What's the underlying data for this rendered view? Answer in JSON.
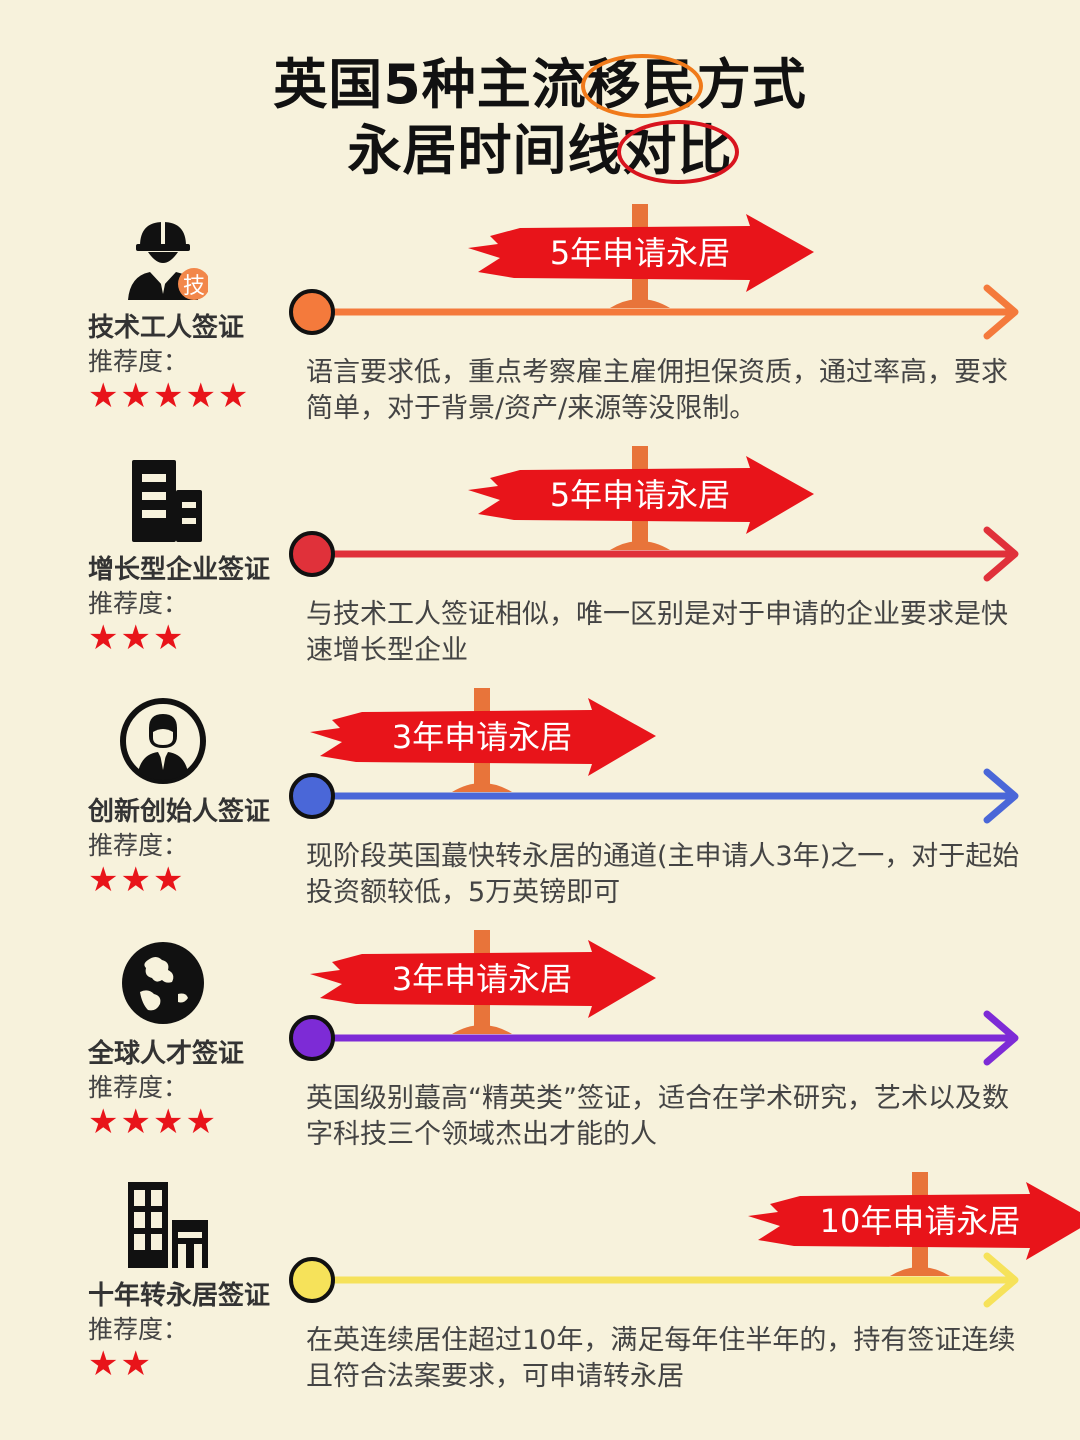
{
  "header": {
    "line1_a": "英国5种主流",
    "line1_circ": "移民",
    "line1_b": "方式",
    "line2_a": "永居时间线",
    "line2_circ": "对比"
  },
  "visas": [
    {
      "name": "技术工人签证",
      "recommend_label": "推荐度：",
      "stars": "★★★★★",
      "rating": 5,
      "timeline_label": "5年申请永居",
      "years": 5,
      "color": "#f47a3c",
      "icon": "worker-hardhat-icon",
      "icon_badge": "技",
      "description": "语言要求低，重点考察雇主雇佣担保资质，通过率高，要求简单，对于背景/资产/来源等没限制。"
    },
    {
      "name": "增长型企业签证",
      "recommend_label": "推荐度：",
      "stars": "★★★",
      "rating": 3,
      "timeline_label": "5年申请永居",
      "years": 5,
      "color": "#e0313a",
      "icon": "office-building-icon",
      "description": "与技术工人签证相似，唯一区别是对于申请的企业要求是快速增长型企业"
    },
    {
      "name": "创新创始人签证",
      "recommend_label": "推荐度：",
      "stars": "★★★",
      "rating": 3,
      "timeline_label": "3年申请永居",
      "years": 3,
      "color": "#4a67d8",
      "icon": "businessman-avatar-icon",
      "description": "现阶段英国蕞快转永居的通道(主申请人3年)之一，对于起始投资额较低，5万英镑即可"
    },
    {
      "name": "全球人才签证",
      "recommend_label": "推荐度：",
      "stars": "★★★★",
      "rating": 4,
      "timeline_label": "3年申请永居",
      "years": 3,
      "color": "#7d2bd6",
      "icon": "globe-icon",
      "description": "英国级别蕞高“精英类”签证，适合在学术研究，艺术以及数字科技三个领域杰出才能的人"
    },
    {
      "name": "十年转永居签证",
      "recommend_label": "推荐度：",
      "stars": "★★",
      "rating": 2,
      "timeline_label": "10年申请永居",
      "years": 10,
      "color": "#f6e25a",
      "icon": "city-buildings-icon",
      "description": "在英连续居住超过10年，满足每年住半年的，持有签证连续且符合法案要求，可申请转永居"
    }
  ]
}
